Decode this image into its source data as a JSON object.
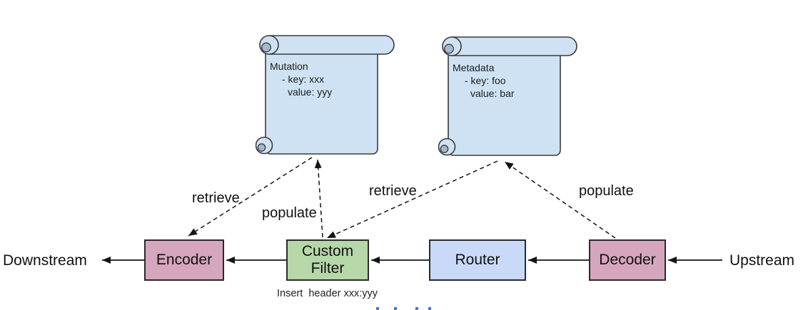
{
  "diagram": {
    "endpoints": {
      "left": "Downstream",
      "right": "Upstream"
    },
    "nodes": [
      {
        "id": "encoder",
        "label": "Encoder",
        "fill": "#d5a6bd"
      },
      {
        "id": "custom-filter",
        "label": "Custom\nFilter",
        "fill": "#b6d7a8",
        "caption": "Insert  header xxx:yyy"
      },
      {
        "id": "router",
        "label": "Router",
        "fill": "#c9daf8"
      },
      {
        "id": "decoder",
        "label": "Decoder",
        "fill": "#d5a6bd"
      }
    ],
    "scrolls": [
      {
        "id": "mutation",
        "title": "Mutation",
        "lines": [
          "- key: xxx",
          "value: yyy"
        ],
        "fill": "#cfe2f3"
      },
      {
        "id": "metadata",
        "title": "Metadata",
        "lines": [
          "- key: foo",
          "value: bar"
        ],
        "fill": "#cfe2f3"
      }
    ],
    "edges": {
      "retrieve_left": "retrieve",
      "populate_left": "populate",
      "retrieve_right": "retrieve",
      "populate_right": "populate"
    },
    "colors": {
      "scroll_fill": "#cfe2f3",
      "scroll_curl_shade": "#a2b9d1",
      "node_pink": "#d5a6bd",
      "node_green": "#b6d7a8",
      "node_blue": "#c9daf8",
      "outline": "#2a2a2a",
      "arrow": "#141414",
      "clipped_link_blue": "#4a74c9"
    }
  }
}
